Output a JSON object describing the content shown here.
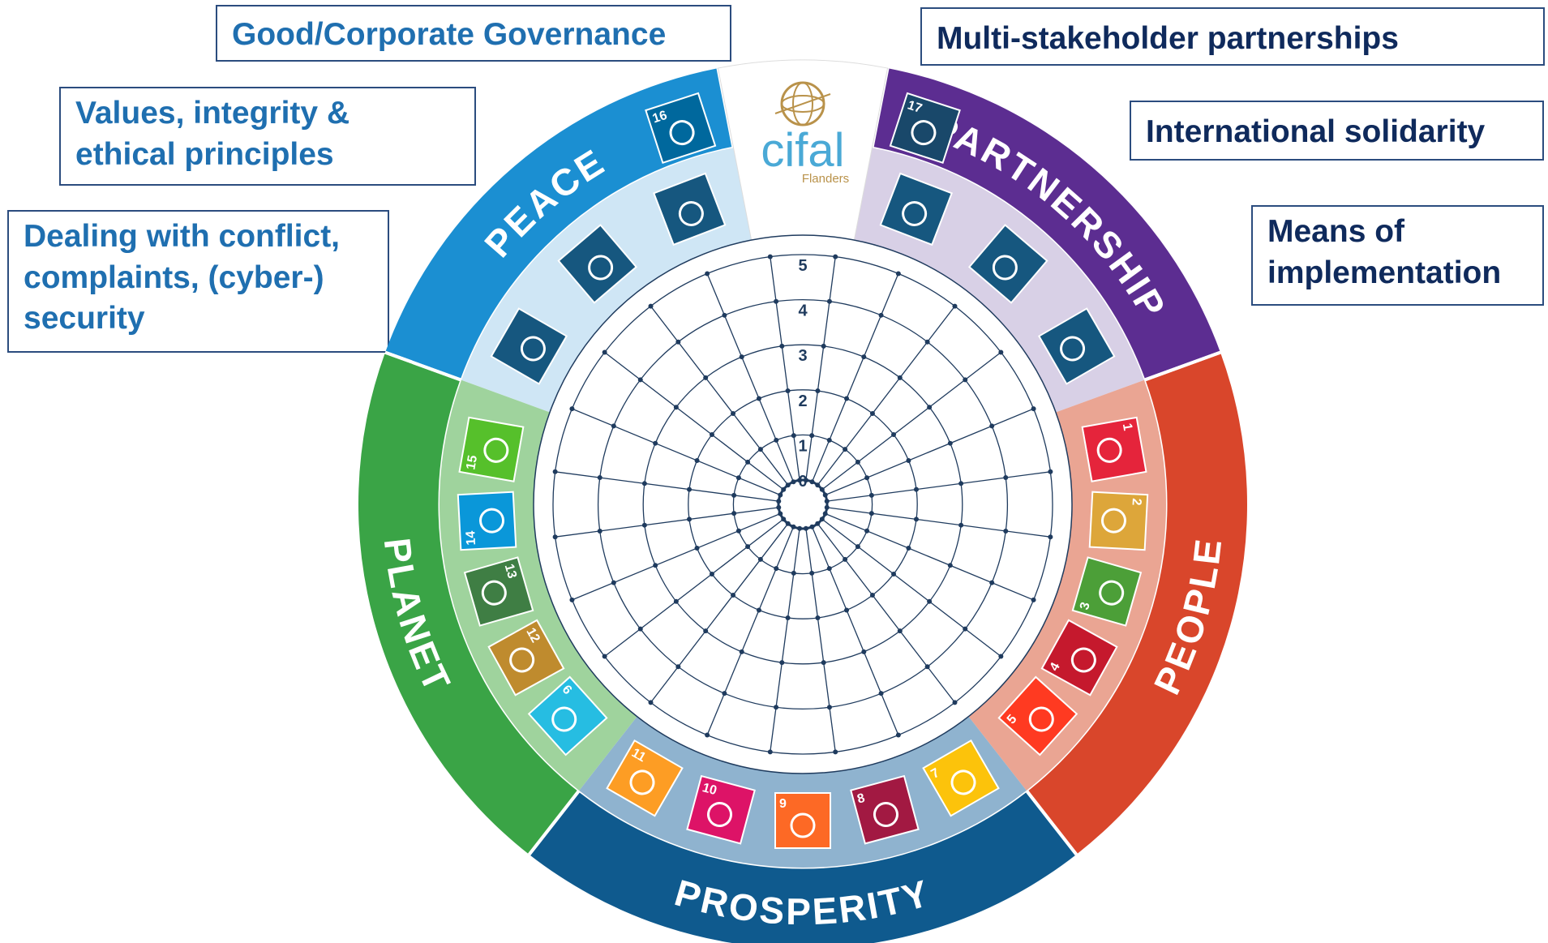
{
  "callouts": {
    "good_governance": "Good/Corporate Governance",
    "values_line1": "Values, integrity &",
    "values_line2": "ethical principles",
    "conflict_line1": "Dealing with conflict,",
    "conflict_line2": "complaints, (cyber-)",
    "conflict_line3": "security",
    "multistakeholder": "Multi-stakeholder partnerships",
    "solidarity": "International solidarity",
    "means_line1": "Means of",
    "means_line2": "implementation"
  },
  "logo": {
    "name": "cifal",
    "sub": "Flanders"
  },
  "bands": [
    {
      "key": "peace",
      "label": "PEACE",
      "color": "#1b8fd2",
      "light": "#cfe6f5"
    },
    {
      "key": "partnership",
      "label": "PARTNERSHIP",
      "color": "#5c2d91",
      "light": "#d8d0e6"
    },
    {
      "key": "people",
      "label": "PEOPLE",
      "color": "#d9462b",
      "light": "#eaa593"
    },
    {
      "key": "prosperity",
      "label": "PROSPERITY",
      "color": "#0f5a8e",
      "light": "#8fb3cf"
    },
    {
      "key": "planet",
      "label": "PLANET",
      "color": "#3aa446",
      "light": "#9fd39d"
    }
  ],
  "sdg_tiles": [
    {
      "num": "16",
      "color": "#00689d",
      "band": "peace"
    },
    {
      "num": "17",
      "color": "#19486a",
      "band": "partnership"
    },
    {
      "num": "1",
      "color": "#e5243b",
      "band": "people"
    },
    {
      "num": "2",
      "color": "#dda63a",
      "band": "people"
    },
    {
      "num": "3",
      "color": "#4c9f38",
      "band": "people"
    },
    {
      "num": "4",
      "color": "#c5192d",
      "band": "people"
    },
    {
      "num": "5",
      "color": "#ff3a21",
      "band": "people"
    },
    {
      "num": "7",
      "color": "#fcc30b",
      "band": "prosperity"
    },
    {
      "num": "8",
      "color": "#a21942",
      "band": "prosperity"
    },
    {
      "num": "9",
      "color": "#fd6925",
      "band": "prosperity"
    },
    {
      "num": "10",
      "color": "#dd1367",
      "band": "prosperity"
    },
    {
      "num": "11",
      "color": "#fd9d24",
      "band": "prosperity"
    },
    {
      "num": "6",
      "color": "#26bde2",
      "band": "planet"
    },
    {
      "num": "12",
      "color": "#bf8b2e",
      "band": "planet"
    },
    {
      "num": "13",
      "color": "#3f7e44",
      "band": "planet"
    },
    {
      "num": "14",
      "color": "#0a97d9",
      "band": "planet"
    },
    {
      "num": "15",
      "color": "#56c02b",
      "band": "planet"
    }
  ],
  "peace_tiles": [
    {
      "icon": "dove-icon"
    },
    {
      "icon": "justice-scale-icon"
    },
    {
      "icon": "institution-building-icon"
    }
  ],
  "partnership_tiles": [
    {
      "icon": "network-people-icon"
    },
    {
      "icon": "gear-wheel-icon"
    },
    {
      "icon": "implementation-gear-icon"
    }
  ],
  "scale_labels": [
    "0",
    "1",
    "2",
    "3",
    "4",
    "5"
  ],
  "colors": {
    "grid": "#1f3b5e"
  }
}
